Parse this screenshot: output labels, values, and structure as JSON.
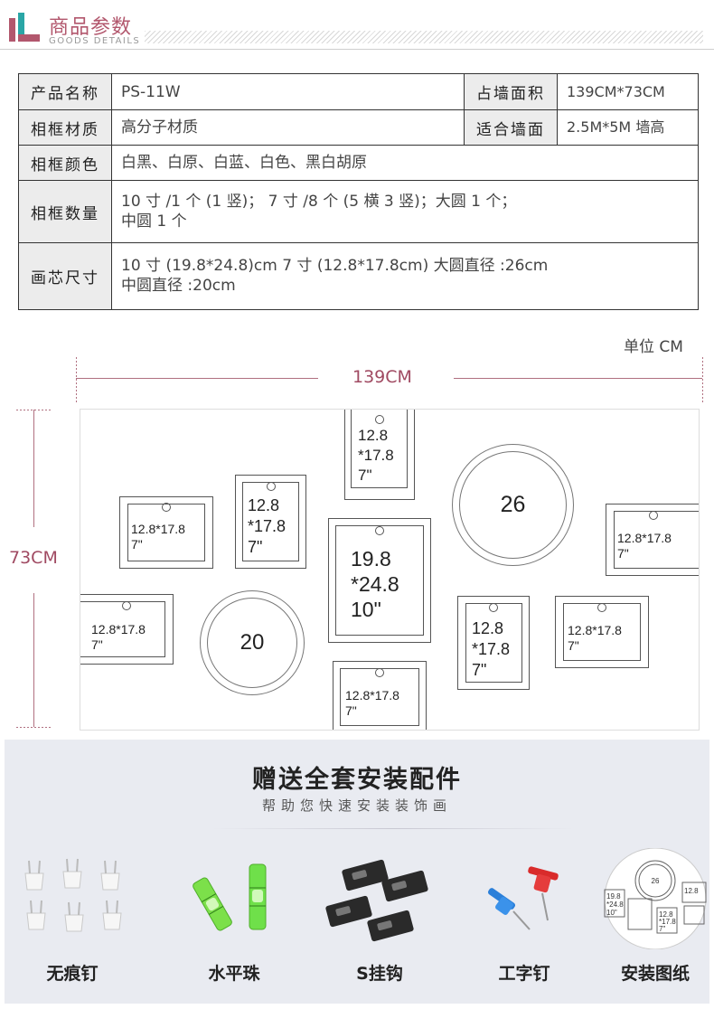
{
  "header": {
    "title": "商品参数",
    "subtitle": "GOODS DETAILS",
    "accent": "#b2576d"
  },
  "spec": {
    "rows": [
      {
        "label": "产品名称",
        "value": "PS-11W",
        "label2": "占墙面积",
        "value2": "139CM*73CM"
      },
      {
        "label": "相框材质",
        "value": "高分子材质",
        "label2": "适合墙面",
        "value2": "2.5M*5M 墙高"
      },
      {
        "label": "相框颜色",
        "value": "白黑、白原、白蓝、白色、黑白胡原"
      },
      {
        "label": "相框数量",
        "value": "10 寸 /1 个 (1 竖)； 7 寸 /8 个 (5 横 3 竖)；大圆 1 个；",
        "value_line2": "中圆 1 个"
      },
      {
        "label": "画芯尺寸",
        "value": "10 寸 (19.8*24.8)cm  7 寸 (12.8*17.8cm)  大圆直径 :26cm",
        "value_line2": "中圆直径 :20cm"
      }
    ]
  },
  "diagram": {
    "unit": "单位 CM",
    "width_label": "139CM",
    "height_label": "73CM",
    "frames": [
      {
        "line1": "12.8",
        "line2": "*17.8",
        "line3": "7\""
      },
      {
        "line1": "12.8*17.8",
        "line2": "7\""
      },
      {
        "line1": "12.8",
        "line2": "*17.8",
        "line3": "7\""
      },
      {
        "line1": "19.8",
        "line2": "*24.8",
        "line3": "10\""
      },
      {
        "line1": "12.8*17.8",
        "line2": "7\""
      },
      {
        "line1": "12.8*17.8",
        "line2": "7\""
      },
      {
        "line1": "12.8",
        "line2": "*17.8",
        "line3": "7\""
      },
      {
        "line1": "12.8*17.8",
        "line2": "7\""
      },
      {
        "line1": "12.8*17.8",
        "line2": "7\""
      }
    ],
    "circles": [
      {
        "label": "26"
      },
      {
        "label": "20"
      }
    ]
  },
  "accessories": {
    "title": "赠送全套安装配件",
    "subtitle": "帮助您快速安装装饰画",
    "items": [
      {
        "name": "无痕钉",
        "icon": "nail-icon"
      },
      {
        "name": "水平珠",
        "icon": "level-bubble-icon"
      },
      {
        "name": "S挂钩",
        "icon": "s-hook-icon"
      },
      {
        "name": "工字钉",
        "icon": "push-pin-icon"
      },
      {
        "name": "安装图纸",
        "icon": "install-drawing-icon"
      }
    ],
    "drawing_thumb": {
      "circle": "26",
      "a": "12.8",
      "b": "19.8",
      "c": "*24.8",
      "d": "10\"",
      "e": "12.8",
      "f": "*17.8",
      "g": "7\""
    }
  }
}
